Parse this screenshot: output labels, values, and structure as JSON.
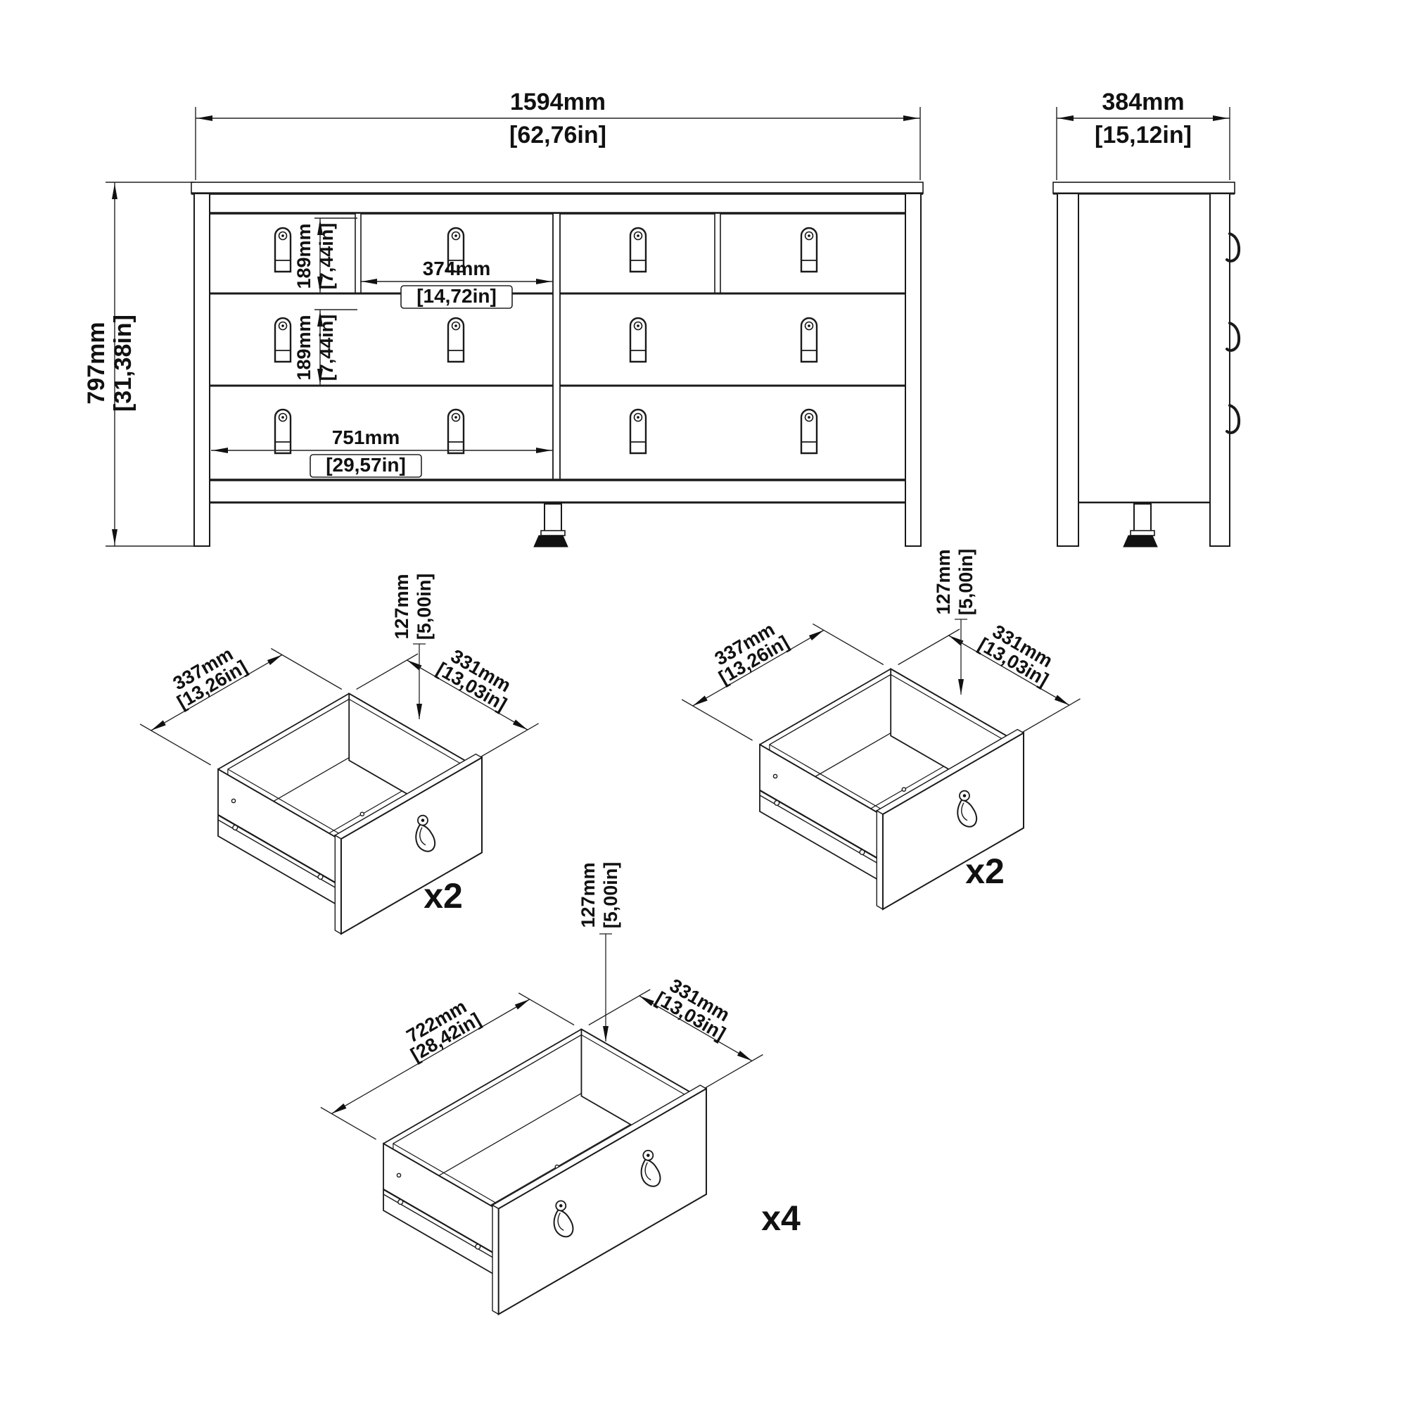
{
  "front_view": {
    "width_mm": "1594mm",
    "width_in": "[62,76in]",
    "height_mm": "797mm",
    "height_in": "[31,38in]",
    "drawer_row1_height_mm": "189mm",
    "drawer_row1_height_in": "[7,44in]",
    "drawer_row2_height_mm": "189mm",
    "drawer_row2_height_in": "[7,44in]",
    "small_drawer_width_mm": "374mm",
    "small_drawer_width_in": "[14,72in]",
    "wide_drawer_width_mm": "751mm",
    "wide_drawer_width_in": "[29,57in]"
  },
  "side_view": {
    "depth_mm": "384mm",
    "depth_in": "[15,12in]"
  },
  "iso_small_drawer_left": {
    "depth_mm": "337mm",
    "depth_in": "[13,26in]",
    "width_mm": "331mm",
    "width_in": "[13,03in]",
    "height_mm": "127mm",
    "height_in": "[5,00in]",
    "quantity": "x2"
  },
  "iso_small_drawer_right": {
    "depth_mm": "337mm",
    "depth_in": "[13,26in]",
    "width_mm": "331mm",
    "width_in": "[13,03in]",
    "height_mm": "127mm",
    "height_in": "[5,00in]",
    "quantity": "x2"
  },
  "iso_large_drawer": {
    "width_mm": "722mm",
    "width_in": "[28,42in]",
    "depth_mm": "331mm",
    "depth_in": "[13,03in]",
    "height_mm": "127mm",
    "height_in": "[5,00in]",
    "quantity": "x4"
  }
}
